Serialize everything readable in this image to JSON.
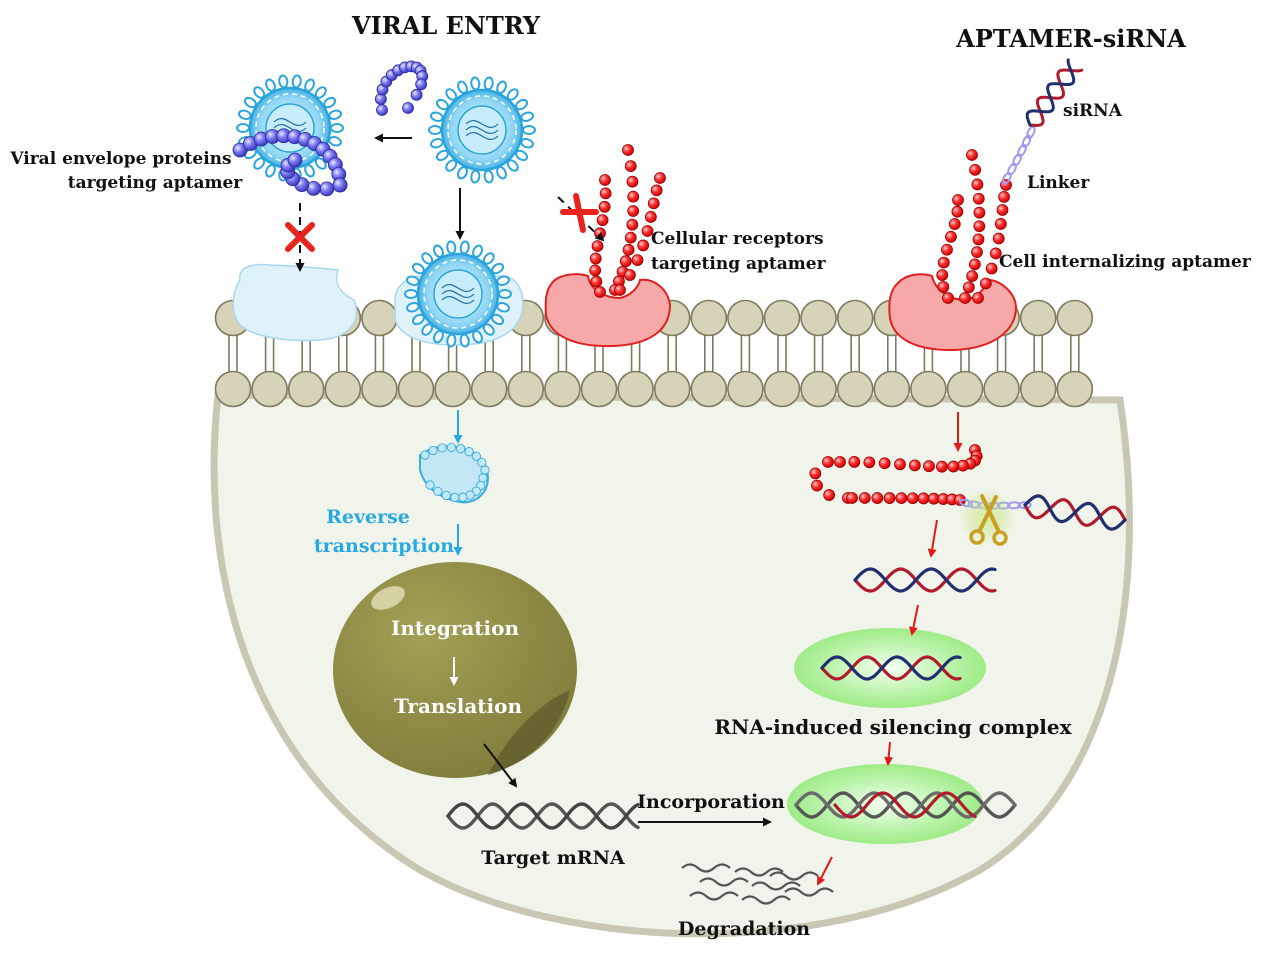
{
  "headings": {
    "viral_entry": "VIRAL ENTRY",
    "aptamer_sirna": "APTAMER-siRNA"
  },
  "labels": {
    "viral_envelope_line1": "Viral envelope proteins",
    "viral_envelope_line2": "targeting aptamer",
    "cellular_receptors_line1": "Cellular receptors",
    "cellular_receptors_line2": "targeting aptamer",
    "sirna": "siRNA",
    "linker": "Linker",
    "cell_internalizing": "Cell internalizing aptamer",
    "reverse_line1": "Reverse",
    "reverse_line2": "transcription",
    "integration": "Integration",
    "translation": "Translation",
    "target_mrna": "Target mRNA",
    "incorporation": "Incorporation",
    "risc": "RNA-induced silencing complex",
    "degradation": "Degradation"
  },
  "colors": {
    "membrane_head": "#d6d3b8",
    "membrane_stroke": "#7d7a5e",
    "cell_fill": "#f1f4ea",
    "cell_stroke": "#c9c7b4",
    "virus_blue": "#2aa4dd",
    "aptamer_red": "#ee1c1c",
    "aptamer_blue": "#6f6ce8",
    "nucleus": "#8f8b46",
    "receptor_pink": "#f7a9a9",
    "receptor_light_blue": "#dff1fa",
    "risc_green": "#9fef8c",
    "label_blue": "#29a9e1",
    "rna_red": "#b01c2e",
    "rna_navy": "#20306e",
    "mrna_gray": "#555555",
    "scissors_gold": "#c9a022"
  }
}
